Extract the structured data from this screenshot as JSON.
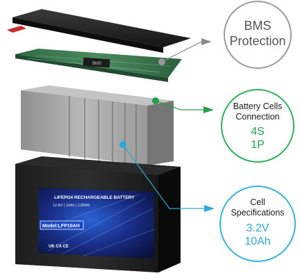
{
  "callouts": {
    "bms": {
      "line1": "BMS",
      "line2": "Protection",
      "ring_color": "#9a9a9a",
      "arrow_color": "#8a8a8a"
    },
    "cells": {
      "line1": "Battery Cells",
      "line2": "Connection",
      "value1": "4S",
      "value2": "1P",
      "ring_color": "#2db35d",
      "accent_color": "#22a04a"
    },
    "spec": {
      "line1": "Cell",
      "line2": "Specifications",
      "value1": "3.2V",
      "value2": "10Ah",
      "ring_color": "#33b3e0",
      "accent_color": "#2aa8d8"
    }
  },
  "battery": {
    "label_title": "LIFEPO4 RECHARGEABLE BATTERY",
    "label_spec": "12.8V | 10Ah | 128Wh",
    "model_text": "Model:LFP10AH",
    "chip_text": "BMS",
    "marks": "UK CA CE"
  }
}
